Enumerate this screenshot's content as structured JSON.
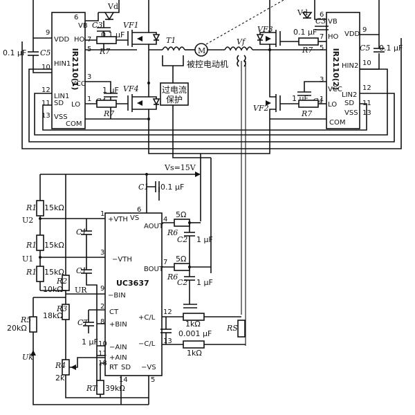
{
  "left_driver": {
    "name": "IR2110(1)",
    "pins": {
      "vb_num": "6",
      "vb": "VB",
      "vdd_num": "9",
      "vdd": "VDD",
      "ho": "HO",
      "ho_num": "7",
      "hin_num": "10",
      "hin": "HIN1",
      "vs_num": "5",
      "vs": "VS",
      "vcc_num": "3",
      "vcc": "VCC",
      "lin_num": "12",
      "lin": "LIN1",
      "sd_num": "11",
      "sd": "SD",
      "vss_num": "13",
      "vss": "VSS",
      "lo": "LO",
      "lo_num": "1",
      "com": "COM"
    },
    "c5": "C5",
    "c5_val": "0.1 μF",
    "c3": "C3",
    "c3_val": "0.1 μF",
    "c4": "C4",
    "c4_val": "1 μF",
    "r7_top": "R7",
    "r7_bot": "R7",
    "vd": "Vd",
    "vf1": "VF1",
    "vf4": "VF4"
  },
  "right_driver": {
    "name": "IR2110(2)",
    "pins": {
      "vb_num": "6",
      "vb": "VB",
      "vdd_num": "9",
      "vdd": "VDD",
      "ho": "HO",
      "ho_num": "7",
      "hin_num": "10",
      "hin": "HIN2",
      "vs_num": "5",
      "vs": "VS",
      "vcc_num": "3",
      "vcc": "VCC",
      "lin_num": "12",
      "lin": "LIN2",
      "sd_num": "11",
      "sd": "SD",
      "vss_num": "13",
      "vss": "VSS",
      "lo": "LO",
      "lo_num": "1",
      "com": "COM"
    },
    "c5": "C5",
    "c5_val": "0.1 μF",
    "c3": "C3",
    "c3_val": "0.1 μF",
    "c4": "C4",
    "c4_val": "1 μF",
    "r7_top": "R7",
    "r7_bot": "R7",
    "vd": "Vd",
    "vf3": "VF3",
    "vf2": "VF2"
  },
  "power_stage": {
    "t1": "T1",
    "motor": "M",
    "motor_label": "被控电动机",
    "vf": "Vf",
    "protect_line1": "过电流",
    "protect_line2": "保护"
  },
  "controller": {
    "name": "UC3637",
    "vs_supply": "Vs=15V",
    "c1_top": "C1",
    "c1_top_val": "0.1 μF",
    "r1a": "R1",
    "r1a_val": "15kΩ",
    "r1b": "R1",
    "r1b_val": "15kΩ",
    "r1c": "R1",
    "r1c_val": "15kΩ",
    "u2": "U2",
    "u1": "U1",
    "r2": "R2",
    "r2_val": "10kΩ",
    "ur": "UR",
    "r3": "R3",
    "r3_val": "18kΩ",
    "r5": "R5",
    "r5_val": "20kΩ",
    "uk": "Uk",
    "r4": "R4",
    "r4_val": "2k",
    "rt": "RT",
    "rt_val": "39kΩ",
    "c1_a": "C1",
    "c1_b": "C1",
    "ct": "CT",
    "ct_val": "1 μF",
    "r6a": "R6",
    "r6a_val": "5Ω",
    "c2a": "C2",
    "c2a_val": "1 μF",
    "r6b": "R6",
    "r6b_val": "5Ω",
    "c2b": "C2",
    "c2b_val": "1 μF",
    "cl_r": "1kΩ",
    "cl_c": "0.001 μF",
    "cl_r2": "1kΩ",
    "rs": "RS",
    "pins": {
      "vth_pos": "+VTH",
      "vth_pos_num": "1",
      "vs": "VS",
      "vs_num": "6",
      "vth_neg": "−VTH",
      "vth_neg_num": "3",
      "aout": "AOUT",
      "aout_num": "4",
      "bout": "BOUT",
      "bout_num": "7",
      "bin_neg": "−BIN",
      "bin_neg_num": "9",
      "ct": "CT",
      "ct_num": "2",
      "bin_pos": "+BIN",
      "bin_pos_num": "8",
      "ain_neg": "−AIN",
      "ain_neg_num": "10",
      "ain_pos": "+AIN",
      "ain_pos_num": "11",
      "rt": "RT",
      "rt_num": "18",
      "sd": "SD",
      "sd_num": "14",
      "neg_vs": "−VS",
      "neg_vs_num": "5",
      "cl_pos": "+C/L",
      "cl_pos_num": "12",
      "cl_neg": "−C/L",
      "cl_neg_num": "13"
    }
  }
}
